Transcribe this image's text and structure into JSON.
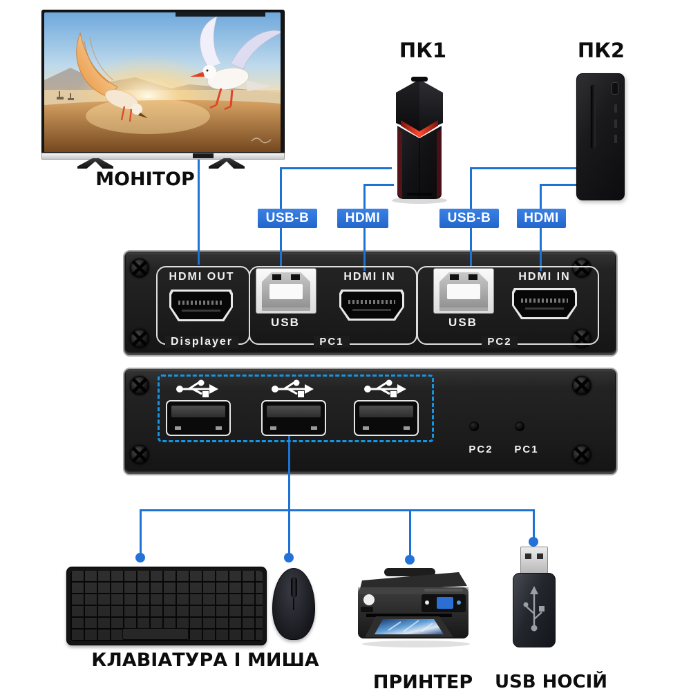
{
  "devices": {
    "monitor_label": "МОНІТОР",
    "pc1_label": "ПК1",
    "pc2_label": "ПК2",
    "keyboard_mouse_label": "КЛАВІАТУРА І МИША",
    "printer_label": "ПРИНТЕР",
    "usb_drive_label": "USB НОСІЙ"
  },
  "cable_badges": {
    "pc1_usb": "USB-B",
    "pc1_hdmi": "HDMI",
    "pc2_usb": "USB-B",
    "pc2_hdmi": "HDMI"
  },
  "kvm_front_panel": {
    "hdmi_out_label": "HDMI OUT",
    "displayer_section_label": "Displayer",
    "pc1_usb_label": "USB",
    "pc1_hdmi_in_label": "HDMI IN",
    "pc1_section_label": "PC1",
    "pc2_usb_label": "USB",
    "pc2_hdmi_in_label": "HDMI IN",
    "pc2_section_label": "PC2"
  },
  "kvm_usb_panel": {
    "led_left_label": "PC2",
    "led_right_label": "PC1"
  },
  "colors": {
    "connection_line_blue": "#1d72d4",
    "badge_blue": "#2b74d9",
    "dashed_outline_blue": "#1695e5",
    "panel_black": "#1e1e1e"
  }
}
